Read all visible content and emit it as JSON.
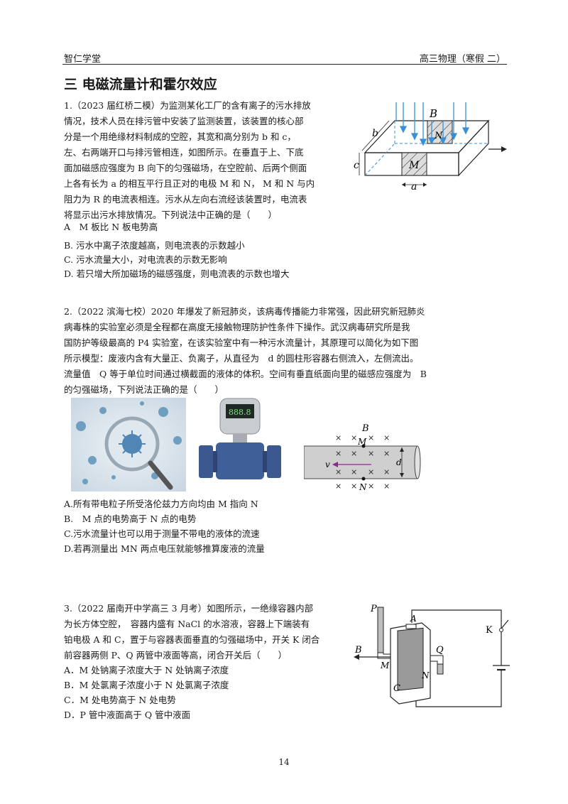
{
  "header": {
    "left": "智仁学堂",
    "right": "高三物理（寒假 二）"
  },
  "section_title": "三 电磁流量计和霍尔效应",
  "q1": {
    "lines": [
      "1.（2023 届红桥二模）为监测某化工厂的含有离子的污水排放",
      "情况，技术人员在排污管中安装了监测装置，该装置的核心部",
      "分是一个用绝缘材料制成的空腔，其宽和高分别为 b 和 c，",
      "左、右两端开口与排污管相连，如图所示。在垂直于上、下底",
      "面加磁感应强度为 B 向下的匀强磁场，在空腔前、后两个侧面",
      "上各有长为 a 的相互平行且正对的电极 M 和 N， M 和 N 与内",
      "阻力为 R 的电流表相连。污水从左向右流经该装置时，电流表",
      "将显示出污水排放情况。下列说法中正确的是（　　）"
    ],
    "options": [
      "A　M 板比 N 板电势高",
      "B. 污水中离子浓度越高，则电流表的示数越小",
      "C. 污水流量大小，对电流表的示数无影响",
      "D. 若只增大所加磁场的磁感强度，则电流表的示数也增大"
    ],
    "figure": {
      "B": "B",
      "b": "b",
      "c": "c",
      "M": "M",
      "N": "N",
      "a": "a"
    }
  },
  "q2": {
    "lines": [
      "2.（2022 滨海七校）2020 年爆发了新冠肺炎，该病毒传播能力非常强，因此研究新冠肺炎",
      "病毒株的实验室必须是全程都在高度无接触物理防护性条件下操作。武汉病毒研究所是我",
      "国防护等级最高的 P4 实验室，在该实验室中有一种污水流量计，其原理可以简化为如下图",
      "所示模型：废液内含有大量正、负离子，从直径为　d 的圆柱形容器右侧流入，左侧流出。",
      "流量值　Q 等于单位时间通过横截面的液体的体积。空间有垂直纸面向里的磁感应强度为　B",
      "的匀强磁场，下列说法正确的是（　　）"
    ],
    "options": [
      "A.所有带电粒子所受洛伦兹力方向均由 M 指向 N",
      "B.　M 点的电势高于 N 点的电势",
      "C.污水流量计也可以用于测量不带电的液体的流速",
      "D.若再测量出 MN 两点电压就能够推算废液的流量"
    ],
    "figure": {
      "B": "B",
      "M": "M",
      "N": "N",
      "v": "v",
      "d": "d",
      "meter_display": "888.8"
    }
  },
  "q3": {
    "lines": [
      "3.（2022 届南开中学高三 3 月考）如图所示，一绝缘容器内部",
      "为长方体空腔，　容器内盛有 NaCl 的水溶液，容器上下端装有",
      "铂电极 A 和 C，置于与容器表面垂直的匀强磁场中，开关 K 闭合",
      "前容器两侧 P、Q 两管中液面等高，闭合开关后（　　）"
    ],
    "options": [
      "A．M 处钠离子浓度大于 N 处钠离子浓度",
      "B．M 处氯离子浓度小于 N 处氯离子浓度",
      "C．M 处电势高于 N 处电势",
      "D．P 管中液面高于 Q 管中液面"
    ],
    "figure": {
      "P": "P",
      "A": "A",
      "K": "K",
      "B": "B",
      "Q": "Q",
      "M": "M",
      "N": "N",
      "C": "C"
    }
  },
  "page_number": "14",
  "colors": {
    "field_lines": "#3a8fd4",
    "arrow": "#8a2b8c",
    "meter_blue": "#3f5f99",
    "virus": "#6f9fc0"
  }
}
